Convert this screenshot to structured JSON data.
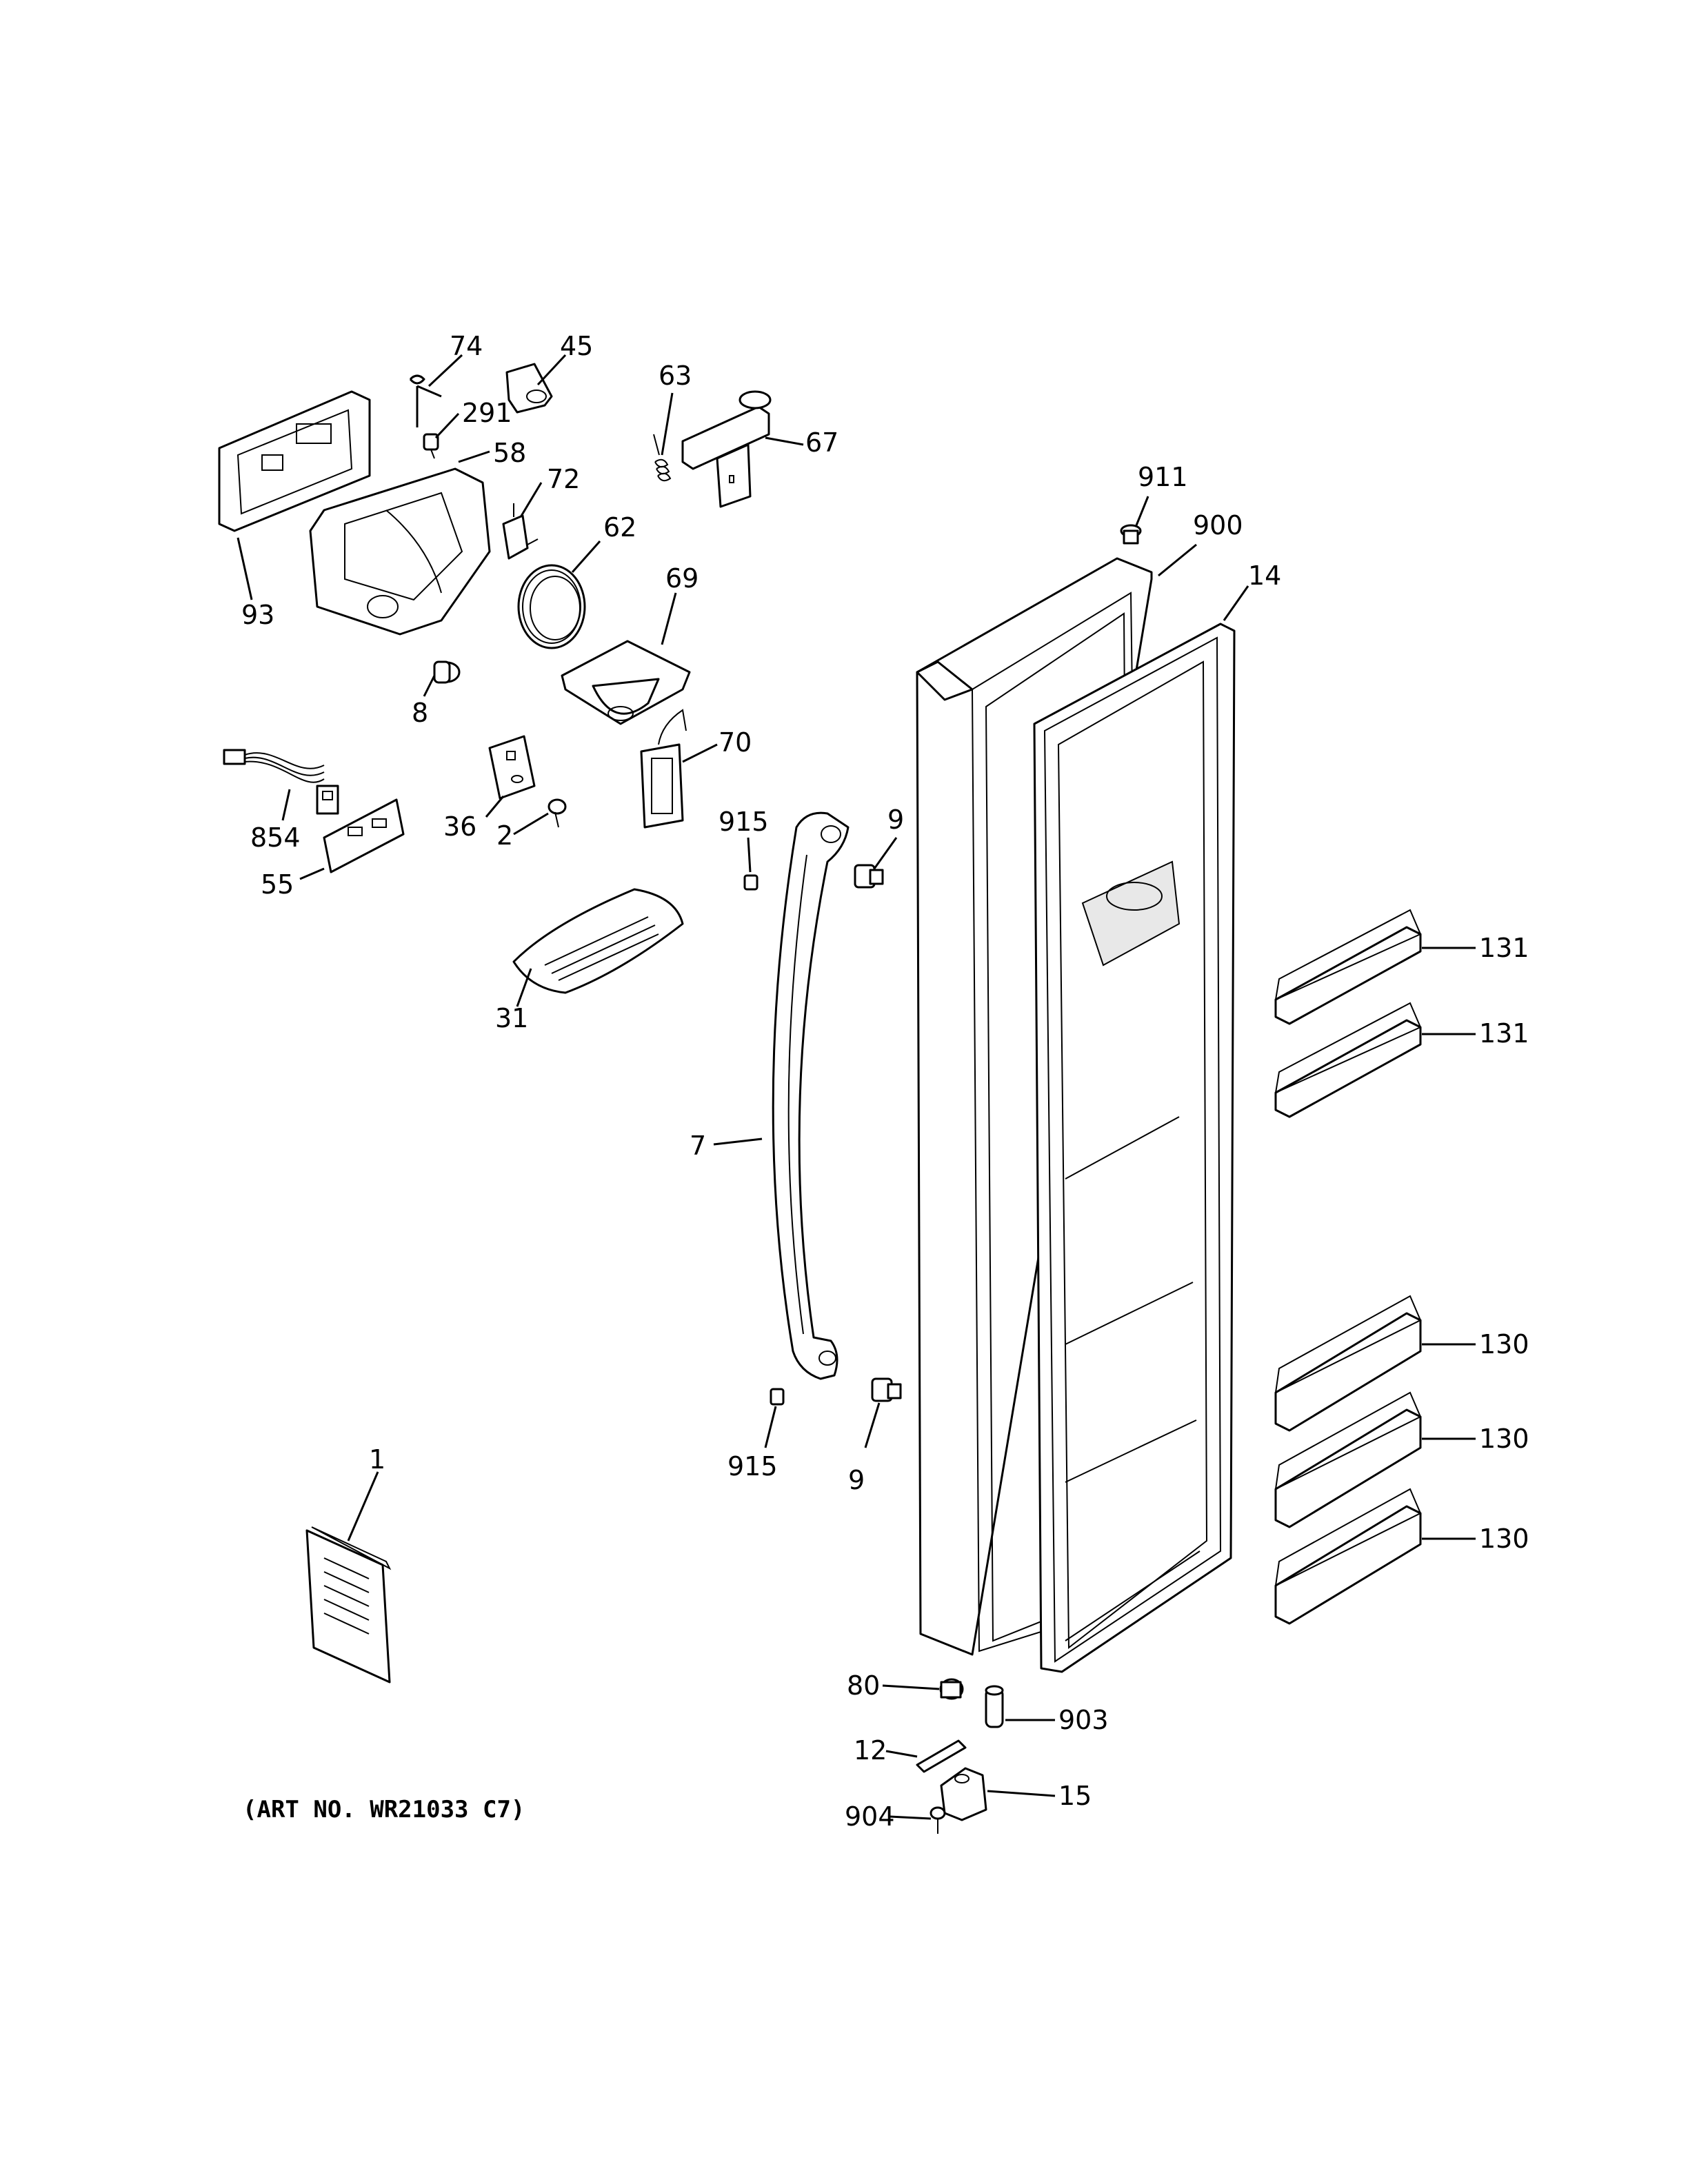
{
  "art_number": "(ART NO. WR21033 C7)",
  "labels": {
    "l74": "74",
    "l45": "45",
    "l63": "63",
    "l291": "291",
    "l58": "58",
    "l67": "67",
    "l72": "72",
    "l62": "62",
    "l93": "93",
    "l69": "69",
    "l8": "8",
    "l70": "70",
    "l911": "911",
    "l900": "900",
    "l14": "14",
    "l854": "854",
    "l36": "36",
    "l2": "2",
    "l55": "55",
    "l915a": "915",
    "l9a": "9",
    "l131a": "131",
    "l131b": "131",
    "l31": "31",
    "l7": "7",
    "l130a": "130",
    "l130b": "130",
    "l130c": "130",
    "l915b": "915",
    "l9b": "9",
    "l1": "1",
    "l80": "80",
    "l903": "903",
    "l12": "12",
    "l15": "15",
    "l904": "904"
  }
}
